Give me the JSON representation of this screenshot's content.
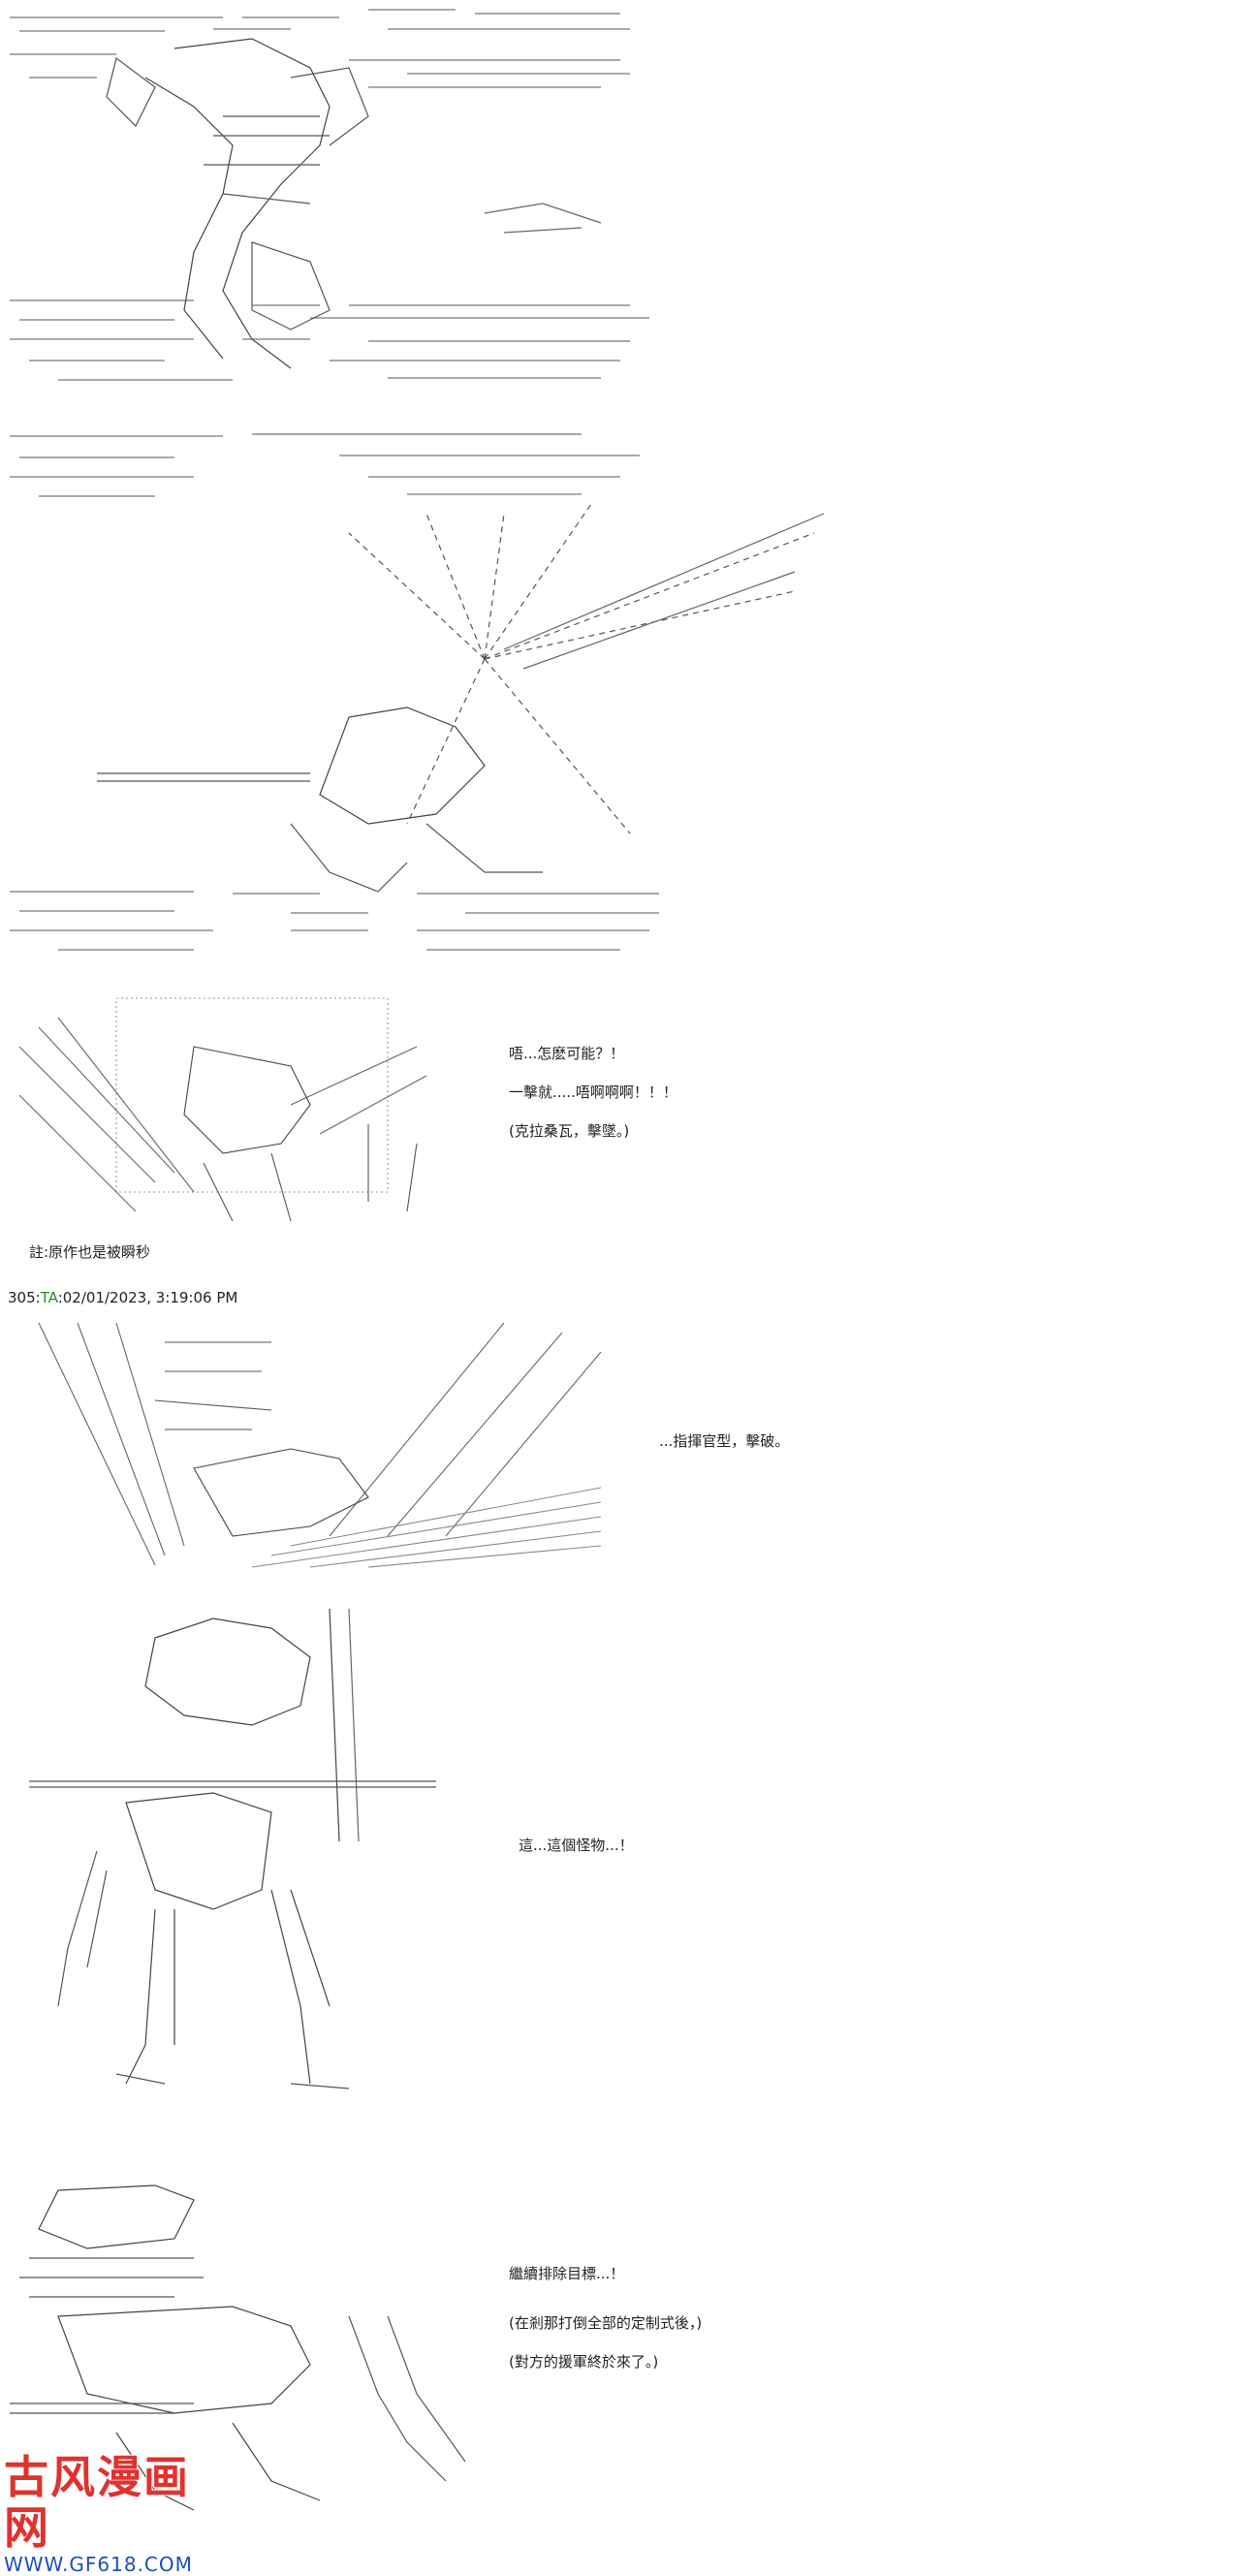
{
  "panels": [
    {
      "id": "panel1",
      "captions": []
    },
    {
      "id": "panel2",
      "captions": []
    },
    {
      "id": "panel3",
      "captions": [
        "唔...怎麽可能？！",
        "一擊就.....唔啊啊啊！！！",
        "(克拉桑瓦，擊墜。)"
      ]
    },
    {
      "id": "panel4",
      "captions": [
        "...指揮官型，擊破。"
      ]
    },
    {
      "id": "panel5",
      "captions": [
        "這...這個怪物...！"
      ]
    },
    {
      "id": "panel6",
      "captions": [
        "繼續排除目標...！",
        "(在剎那打倒全部的定制式後，)",
        "(對方的援軍終於來了。)"
      ]
    }
  ],
  "note": "註:原作也是被瞬秒",
  "post": {
    "number": "305",
    "name": "TA",
    "timestamp": ":02/01/2023, 3:19:06 PM"
  },
  "watermark": {
    "title": "古风漫画网",
    "url": "WWW.GF618.COM"
  },
  "colors": {
    "ink": "#222222",
    "name_green": "#2a8a2a",
    "wm_red": "#e0322f",
    "wm_blue": "#1e4fb8"
  }
}
